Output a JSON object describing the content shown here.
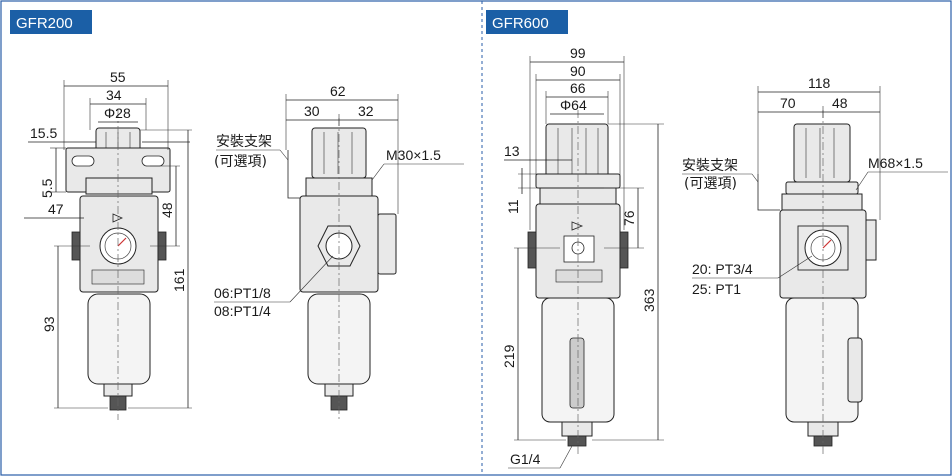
{
  "panels": [
    {
      "id": "left",
      "model": "GFR200"
    },
    {
      "id": "right",
      "model": "GFR600"
    }
  ],
  "colors": {
    "tag_bg": "#1b5fa6",
    "frame": "#2a5ea8",
    "outline": "#222222",
    "body_fill": "#e9e9e9"
  },
  "gfr200": {
    "front": {
      "w55": "55",
      "w34": "34",
      "phi28": "Φ28",
      "d15_5": "15.5",
      "d5_5": "5.5",
      "h48": "48",
      "d47": "47",
      "h161": "161",
      "h93": "93"
    },
    "side": {
      "w62": "62",
      "w30": "30",
      "w32": "32",
      "thread": "M30×1.5",
      "bracket_1": "安裝支架",
      "bracket_2": "(可選項)",
      "port_1": "06:PT1/8",
      "port_2": "08:PT1/4"
    }
  },
  "gfr600": {
    "front": {
      "w99": "99",
      "w90": "90",
      "w66": "66",
      "phi64": "Φ64",
      "d13": "13",
      "d11": "11",
      "h76": "76",
      "h363": "363",
      "h219": "219",
      "port": "G1/4"
    },
    "side": {
      "w118": "118",
      "w70": "70",
      "w48": "48",
      "thread": "M68×1.5",
      "bracket_1": "安裝支架",
      "bracket_2": "(可選項)",
      "port_1": "20: PT3/4",
      "port_2": "25: PT1"
    }
  }
}
